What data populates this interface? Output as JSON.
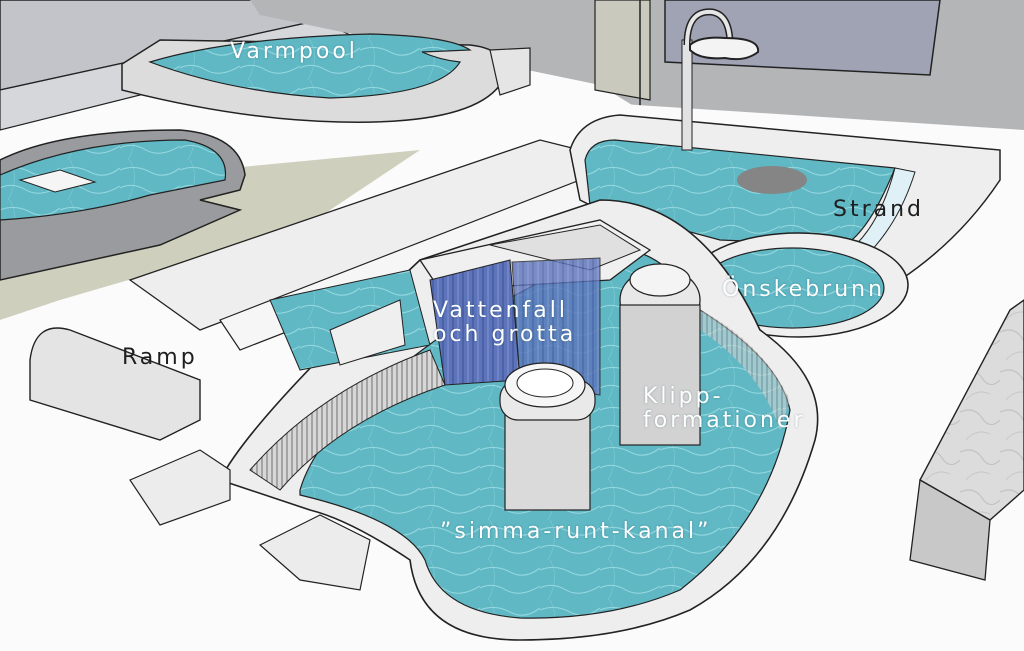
{
  "labels": {
    "varmpool": "Varmpool",
    "strand": "Strand",
    "onskebrunn": "Önskebrunn",
    "vattenfall_line1": "Vattenfall",
    "vattenfall_line2": "och grotta",
    "ramp": "Ramp",
    "klipp_line1": "Klipp-",
    "klipp_line2": "formationer",
    "kanal": "”simma-runt-kanal”"
  },
  "colors": {
    "water": "#5fb8c4",
    "water_deep": "#3f9fb0",
    "deck": "#fbfbfb",
    "wall_grey": "#a9a9a9",
    "back_wall": "#b3b4b6",
    "window_blue": "#9ea3b4",
    "ground_olive": "#c9c9b4",
    "waterfall_blue": "#5a6fb8",
    "outline": "#1d1d1d"
  }
}
